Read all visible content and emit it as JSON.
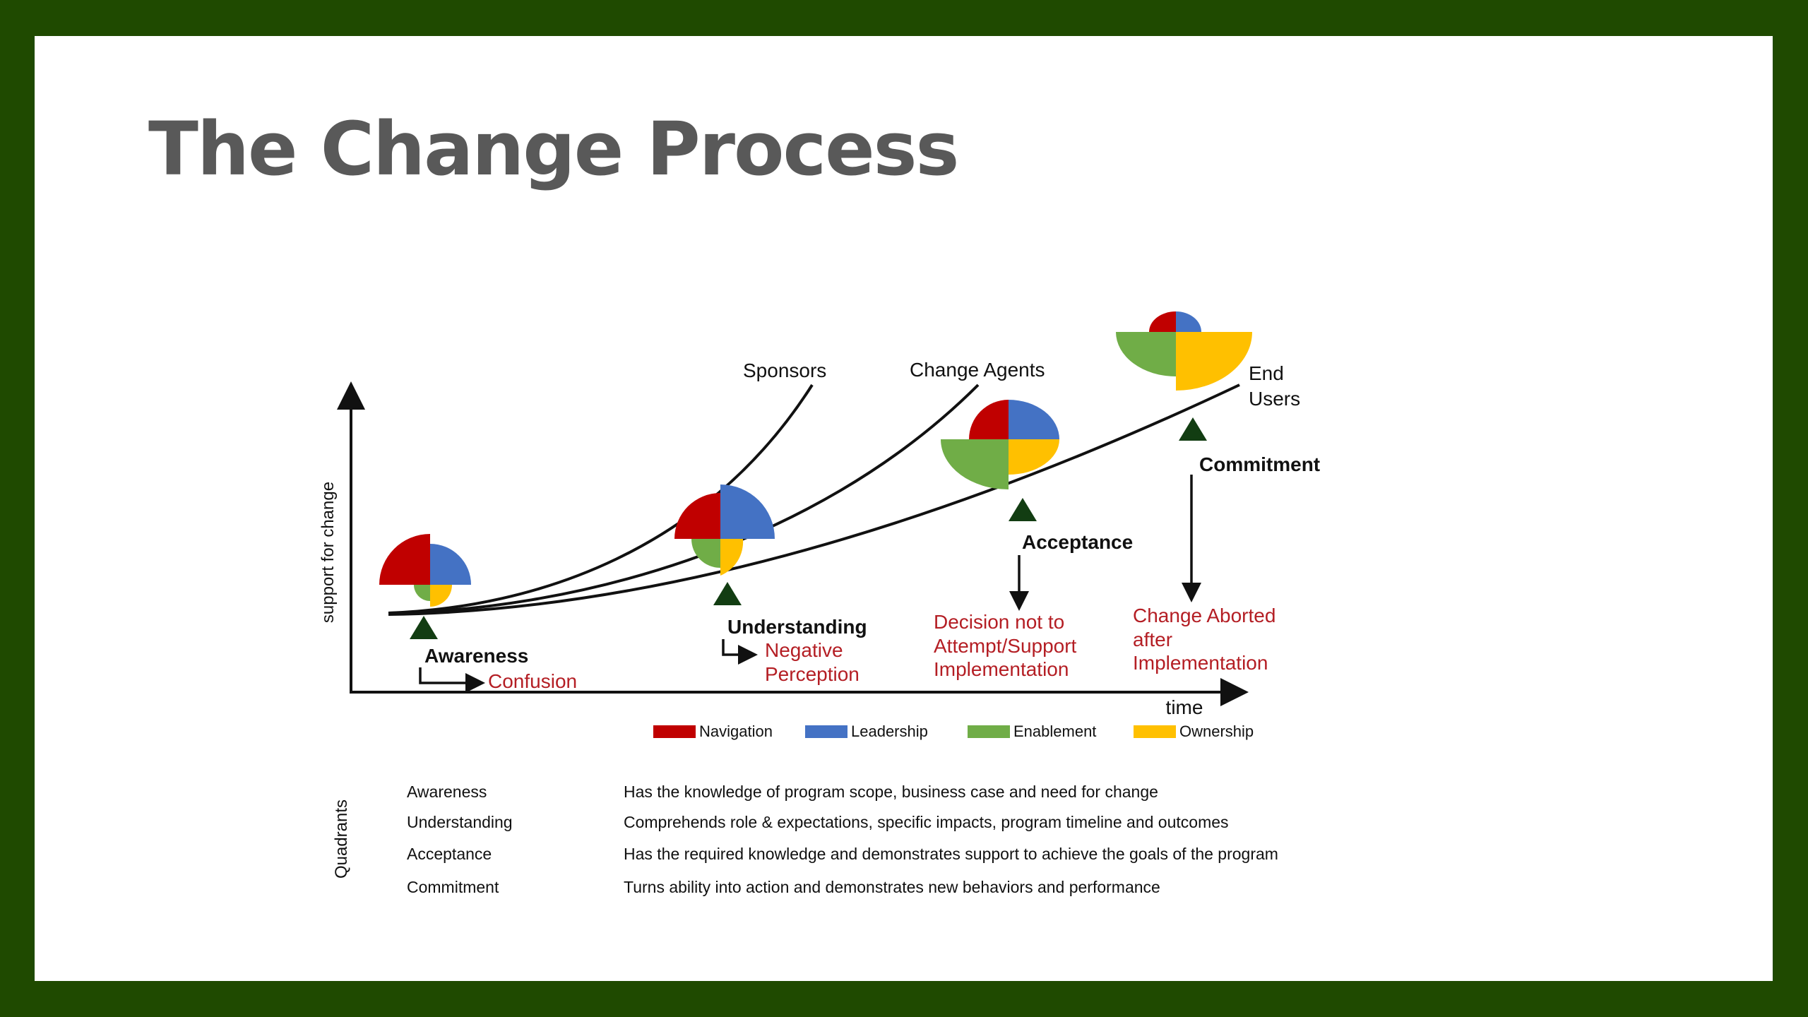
{
  "slide": {
    "title": "The Change Process"
  },
  "diagram": {
    "axes": {
      "y_label": "support for change",
      "x_label": "time"
    },
    "curves": [
      {
        "label": "Sponsors"
      },
      {
        "label": "Change Agents"
      },
      {
        "label_line1": "End",
        "label_line2": "Users"
      }
    ],
    "stages": [
      {
        "name": "Awareness",
        "outcome_lines": [
          "Confusion"
        ]
      },
      {
        "name": "Understanding",
        "outcome_lines": [
          "Negative",
          "Perception"
        ]
      },
      {
        "name": "Acceptance",
        "outcome_lines": [
          "Decision not to",
          "Attempt/Support",
          "Implementation"
        ]
      },
      {
        "name": "Commitment",
        "outcome_lines": [
          "Change Aborted",
          "after",
          "Implementation"
        ]
      }
    ],
    "legend": [
      {
        "label": "Navigation",
        "color": "#c00000"
      },
      {
        "label": "Leadership",
        "color": "#4472c4"
      },
      {
        "label": "Enablement",
        "color": "#70ad47"
      },
      {
        "label": "Ownership",
        "color": "#ffc000"
      }
    ],
    "colors": {
      "outcome_text": "#b41e24",
      "marker": "#123d12",
      "frame": "#1f4a00"
    }
  },
  "quadrants": {
    "side_label": "Quadrants",
    "rows": [
      {
        "term": "Awareness",
        "definition": "Has the knowledge of program scope, business case and need for change"
      },
      {
        "term": "Understanding",
        "definition": "Comprehends role & expectations, specific impacts, program timeline and outcomes"
      },
      {
        "term": "Acceptance",
        "definition": "Has the required knowledge and demonstrates support to achieve the goals of the program"
      },
      {
        "term": "Commitment",
        "definition": "Turns ability into action and demonstrates new behaviors and performance"
      }
    ]
  }
}
